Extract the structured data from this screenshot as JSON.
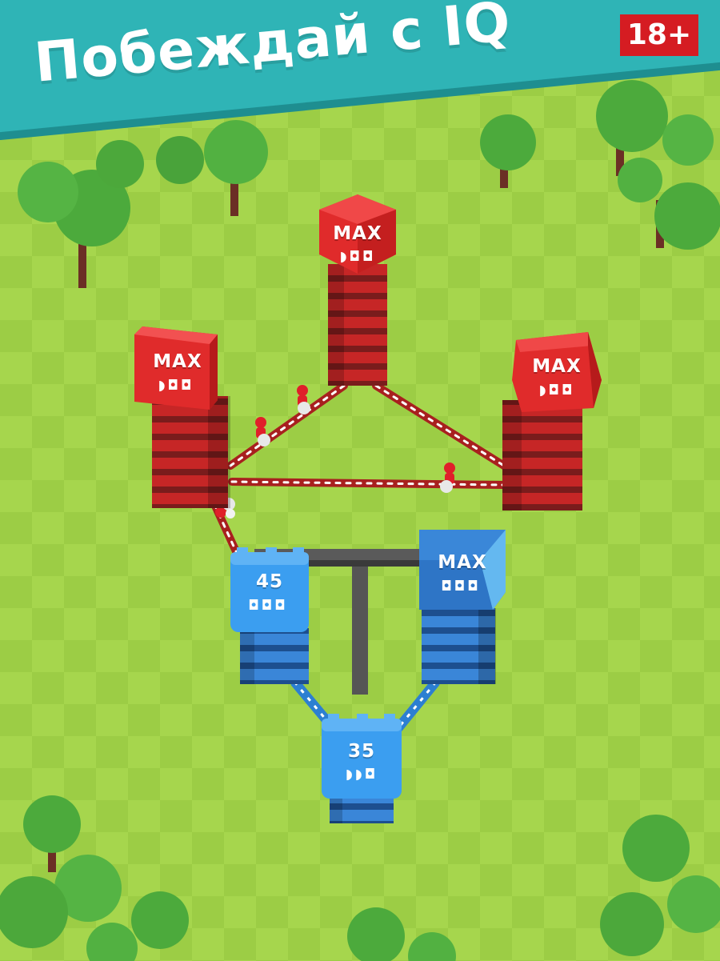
{
  "header": {
    "headline": "Побеждай с IQ",
    "age_rating": "18+"
  },
  "colors": {
    "grass_light": "#a6d64d",
    "grass_dark": "#9ccd45",
    "banner": "#2fb4b6",
    "red": "#d22424",
    "blue": "#2e8be0",
    "tree": "#4caa3c",
    "trunk": "#6b2f25"
  },
  "towers": [
    {
      "id": "red-top",
      "team": "red",
      "label": "MAX",
      "shields": "◗◘◘"
    },
    {
      "id": "red-left",
      "team": "red",
      "label": "MAX",
      "shields": "◗◘◘"
    },
    {
      "id": "red-right",
      "team": "red",
      "label": "MAX",
      "shields": "◗◘◘"
    },
    {
      "id": "blue-left",
      "team": "blue",
      "label": "45",
      "shields": "◘◘◘"
    },
    {
      "id": "blue-right",
      "team": "blue",
      "label": "MAX",
      "shields": "◘◘◘"
    },
    {
      "id": "blue-bottom",
      "team": "blue",
      "label": "35",
      "shields": "◗◗◘"
    }
  ]
}
